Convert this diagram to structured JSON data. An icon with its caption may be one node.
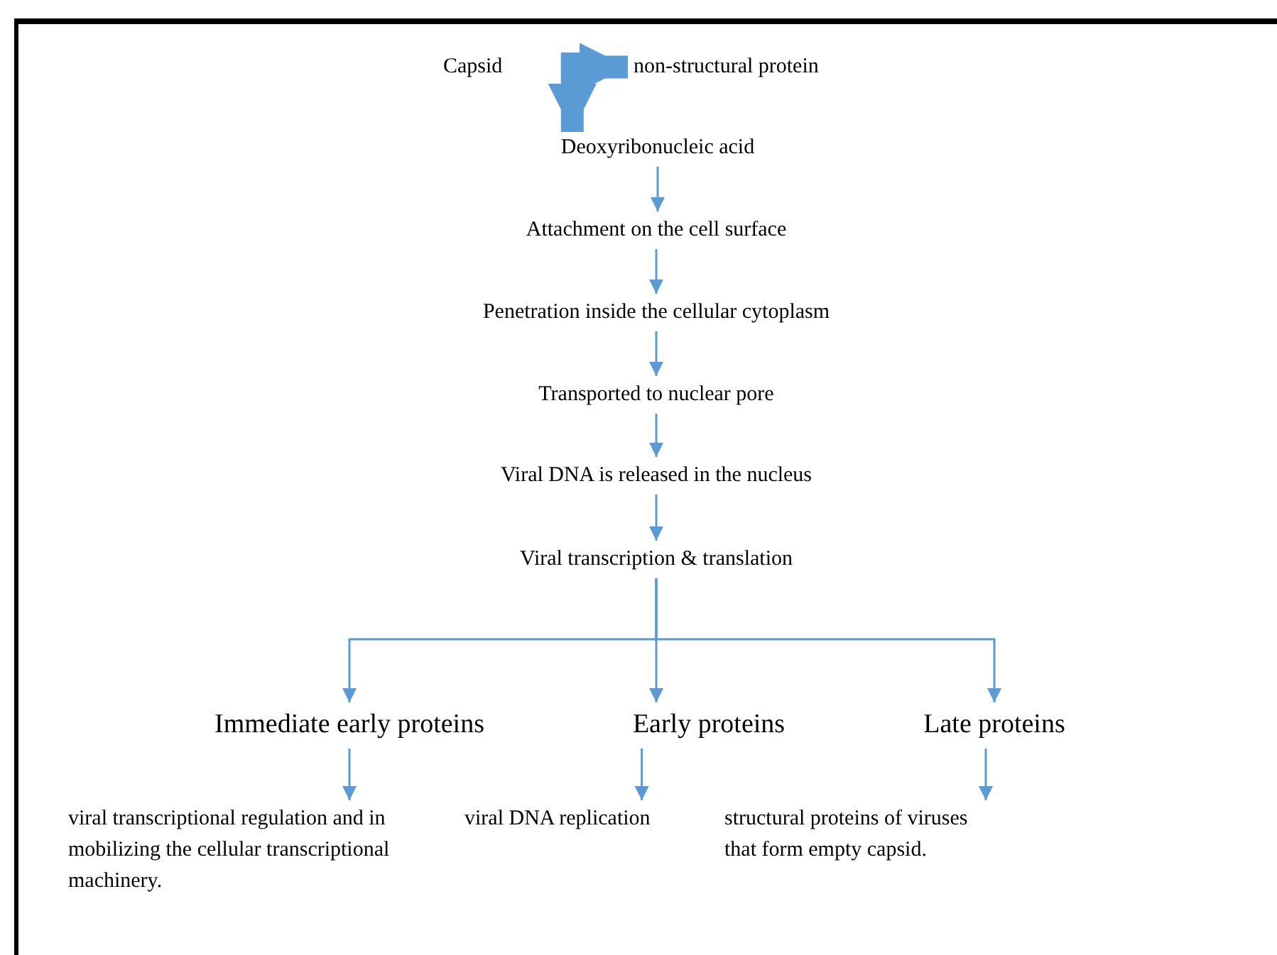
{
  "diagram": {
    "nodes": [
      {
        "text": [
          "non-structural protein"
        ]
      },
      {
        "text": [
          "Deoxyribonucleic acid"
        ]
      },
      {
        "text": [
          "Attachment on the cell surface"
        ]
      },
      {
        "text": [
          "Penetration inside the cellular cytoplasm"
        ]
      },
      {
        "text": [
          "Transported to nuclear pore"
        ]
      },
      {
        "text": [
          "Viral DNA is released in the nucleus"
        ]
      },
      {
        "text": [
          "Viral transcription & translation"
        ]
      },
      {
        "text": [
          "Immediate early proteins"
        ]
      },
      {
        "text": [
          "Early proteins"
        ]
      },
      {
        "text": [
          "Late proteins"
        ]
      },
      {
        "text": [
          "viral transcriptional regulation and in mobilizing the cellular transcriptional machinery."
        ]
      },
      {
        "text": [
          "viral DNA  replication"
        ]
      },
      {
        "text": [
          "structural proteins of viruses that form empty capsid."
        ]
      }
    ],
    "edges": [
      {
        "from": null,
        "to": 0,
        "arrow": "to",
        "style": "thick"
      },
      {
        "from": null,
        "to": 1,
        "arrow": "to",
        "style": "thick"
      },
      {
        "from": 1,
        "to": 2,
        "arrow": "to"
      },
      {
        "from": 2,
        "to": 3,
        "arrow": "to"
      },
      {
        "from": 3,
        "to": 4,
        "arrow": "to"
      },
      {
        "from": 4,
        "to": 5,
        "arrow": "to"
      },
      {
        "from": 5,
        "to": 6,
        "arrow": "to"
      },
      {
        "from": 6,
        "to": 7,
        "arrow": "to"
      },
      {
        "from": 6,
        "to": 8,
        "arrow": "to"
      },
      {
        "from": 6,
        "to": 9,
        "arrow": "to"
      },
      {
        "from": 7,
        "to": 10,
        "arrow": "to"
      },
      {
        "from": 8,
        "to": 11,
        "arrow": "to"
      },
      {
        "from": 9,
        "to": 12,
        "arrow": "to"
      }
    ],
    "labels": [
      "Capsid"
    ]
  }
}
